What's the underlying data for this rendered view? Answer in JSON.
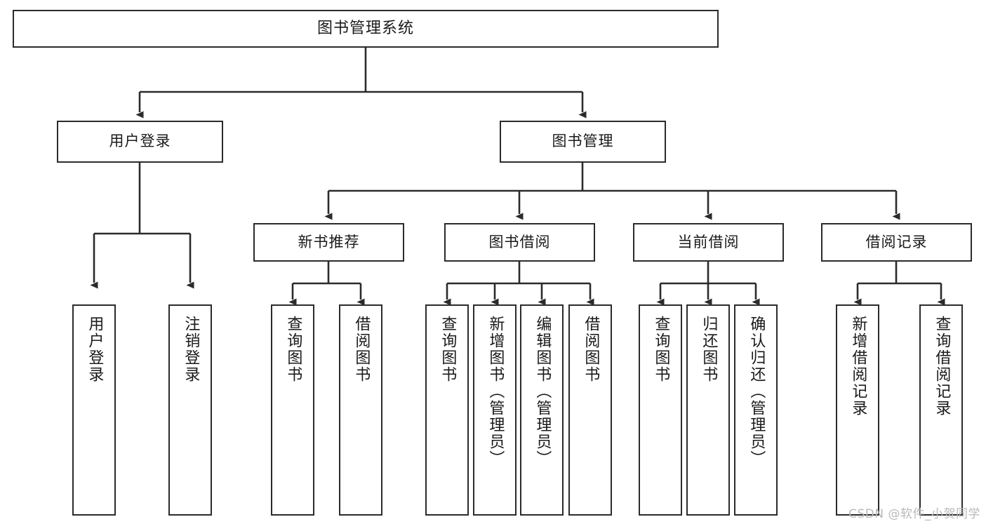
{
  "diagram": {
    "title": "图书管理系统",
    "type": "tree-hierarchy-diagram",
    "stroke_color": "#2b2b2b",
    "fill_color": "#ffffff",
    "text_color": "#1a1a1a",
    "background_color": "#ffffff"
  },
  "nodes": {
    "root": {
      "label": "图书管理系统"
    },
    "level1": [
      {
        "label": "用户登录"
      },
      {
        "label": "图书管理"
      }
    ],
    "level2": [
      {
        "label": "新书推荐"
      },
      {
        "label": "图书借阅"
      },
      {
        "label": "当前借阅"
      },
      {
        "label": "借阅记录"
      }
    ],
    "leaves": {
      "user_login": [
        {
          "label": "用户登录"
        },
        {
          "label": "注销登录"
        }
      ],
      "new_book_recommend": [
        {
          "label": "查询图书"
        },
        {
          "label": "借阅图书"
        }
      ],
      "book_borrow": [
        {
          "label": "查询图书"
        },
        {
          "label": "新增图书（管理员）"
        },
        {
          "label": "编辑图书（管理员）"
        },
        {
          "label": "借阅图书"
        }
      ],
      "current_borrow": [
        {
          "label": "查询图书"
        },
        {
          "label": "归还图书"
        },
        {
          "label": "确认归还（管理员）"
        }
      ],
      "borrow_record": [
        {
          "label": "新增借阅记录"
        },
        {
          "label": "查询借阅记录"
        }
      ]
    }
  },
  "watermark": {
    "text": "CSDN @软件_小贺同学"
  }
}
